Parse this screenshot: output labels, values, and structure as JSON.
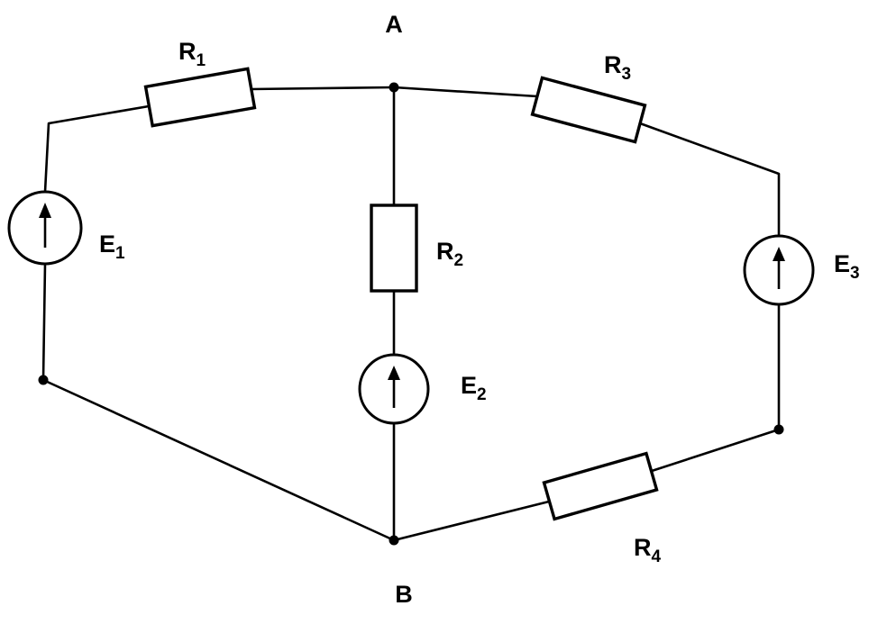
{
  "diagram": {
    "background_color": "#ffffff",
    "line_color": "#000000"
  },
  "nodes": {
    "a": {
      "label": "A"
    },
    "b": {
      "label": "B"
    }
  },
  "resistors": {
    "r1": {
      "base": "R",
      "sub": "1"
    },
    "r2": {
      "base": "R",
      "sub": "2"
    },
    "r3": {
      "base": "R",
      "sub": "3"
    },
    "r4": {
      "base": "R",
      "sub": "4"
    }
  },
  "sources": {
    "e1": {
      "base": "E",
      "sub": "1"
    },
    "e2": {
      "base": "E",
      "sub": "2"
    },
    "e3": {
      "base": "E",
      "sub": "3"
    }
  }
}
